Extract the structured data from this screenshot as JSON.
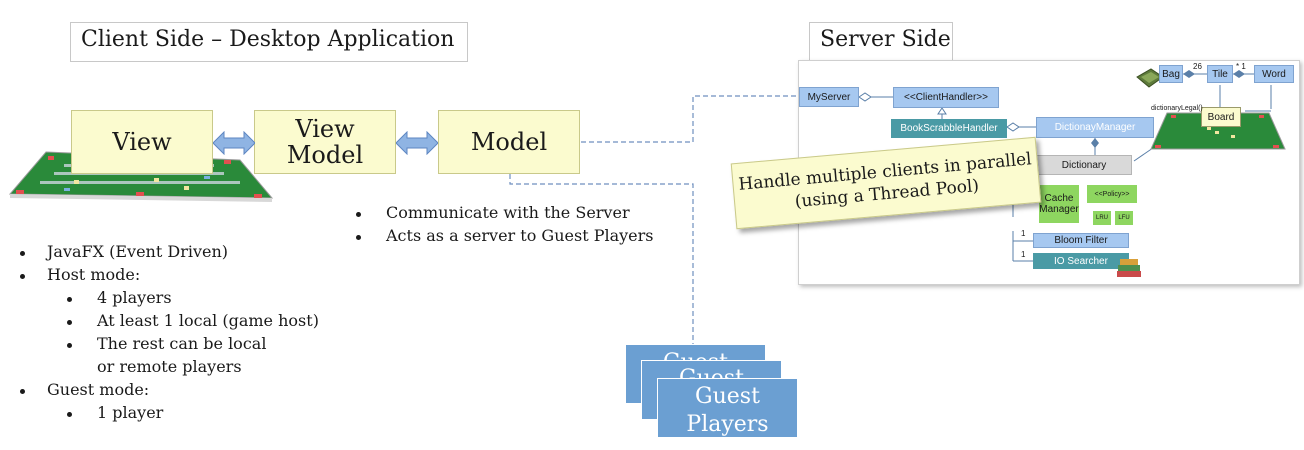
{
  "client": {
    "title": "Client Side – Desktop Application",
    "view_label": "View",
    "view_model_label_line1": "View",
    "view_model_label_line2": "Model",
    "model_label": "Model",
    "bullets": [
      "JavaFX (Event Driven)",
      "Host mode:",
      "4 players",
      "At least 1 local (game host)",
      "The rest can be local",
      "or remote players",
      "Guest mode:",
      "1 player"
    ],
    "model_bullets": [
      "Communicate with the Server",
      "Acts as a server to Guest Players"
    ]
  },
  "guests": {
    "label_line1": "Guest",
    "label_line2": "Players"
  },
  "server": {
    "title": "Server Side",
    "classes": {
      "my_server": "MyServer",
      "client_handler": "<<ClientHandler>>",
      "book_scrabble_handler": "BookScrabbleHandler",
      "dictionary_manager": "DictionayManager",
      "dictionary": "Dictionary",
      "cache_manager_line1": "Cache",
      "cache_manager_line2": "Manager",
      "policy": "<<Policy>>",
      "lru": "LRU",
      "lfu": "LFU",
      "bloom_filter": "Bloom Filter",
      "io_searcher": "IO Searcher",
      "bag": "Bag",
      "tile": "Tile",
      "word": "Word",
      "board": "Board",
      "dictionary_legal": "dictionaryLegal()"
    },
    "multiplicities": {
      "bag_tile": "26",
      "tile_word": "* 1",
      "bloom": "1",
      "io": "1"
    },
    "note_line1": "Handle multiple clients in parallel",
    "note_line2": "(using a Thread Pool)"
  },
  "colors": {
    "yellow_box": "#fbfbcf",
    "arrow_blue": "#7fa7dc",
    "guest_blue": "#6b9fd2",
    "uml_light": "#a6c8f0",
    "uml_teal": "#4a9aa5",
    "uml_gray": "#d9d9d9",
    "uml_green": "#8ed660"
  }
}
